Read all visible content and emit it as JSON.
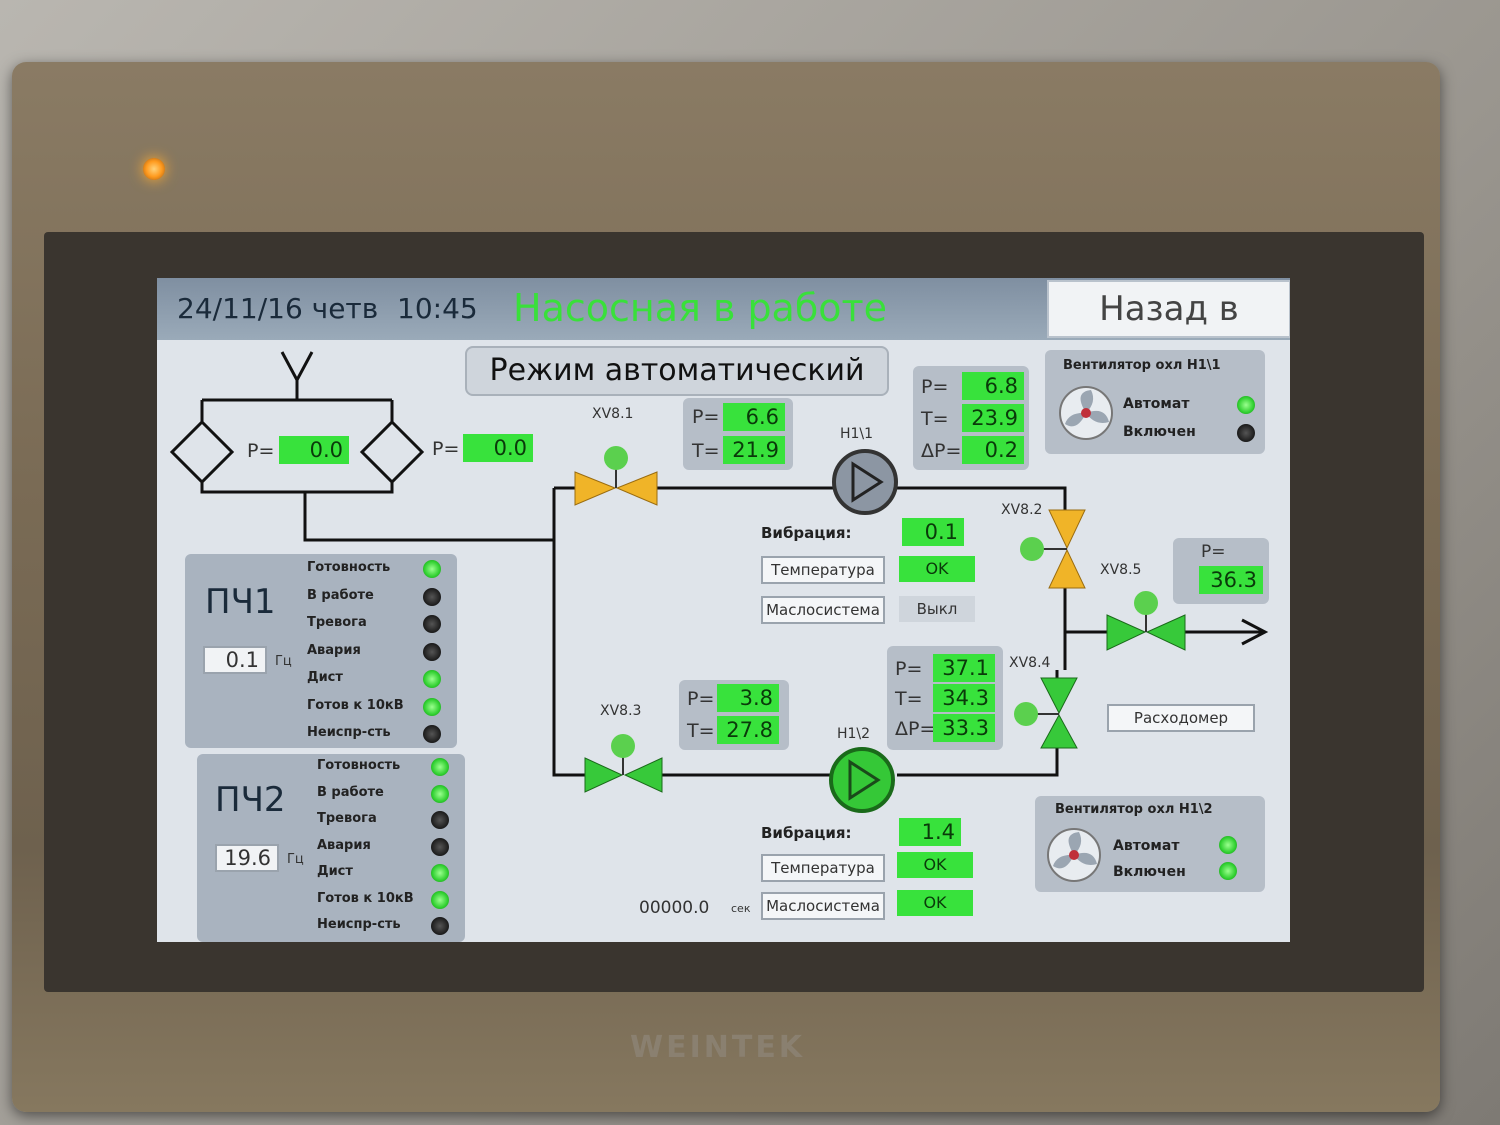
{
  "header": {
    "date": "24/11/16 четв",
    "time": "10:45",
    "status": "Насосная в работе",
    "back_button": "Назад в меню"
  },
  "mode": "Режим автоматический",
  "filters": {
    "p1_label": "P=",
    "p1_value": "0.0",
    "p2_label": "P=",
    "p2_value": "0.0"
  },
  "valves": {
    "xv81": "XV8.1",
    "xv82": "XV8.2",
    "xv83": "XV8.3",
    "xv84": "XV8.4",
    "xv85": "XV8.5"
  },
  "pump1": {
    "name": "Н1\\1",
    "inlet": {
      "p_label": "P=",
      "p": "6.6",
      "t_label": "T=",
      "t": "21.9"
    },
    "outlet": {
      "p_label": "P=",
      "p": "6.8",
      "t_label": "T=",
      "t": "23.9",
      "dp_label": "ΔP=",
      "dp": "0.2"
    },
    "vibration_label": "Вибрация:",
    "vibration": "0.1",
    "temp_button": "Температура",
    "temp_status": "OK",
    "oil_button": "Маслосистема",
    "oil_status": "Выкл"
  },
  "pump2": {
    "name": "Н1\\2",
    "inlet": {
      "p_label": "P=",
      "p": "3.8",
      "t_label": "T=",
      "t": "27.8"
    },
    "outlet": {
      "p_label": "P=",
      "p": "37.1",
      "t_label": "T=",
      "t": "34.3",
      "dp_label": "ΔP=",
      "dp": "33.3"
    },
    "vibration_label": "Вибрация:",
    "vibration": "1.4",
    "temp_button": "Температура",
    "temp_status": "OK",
    "oil_button": "Маслосистема",
    "oil_status": "OK",
    "counter": "00000.0",
    "counter_unit": "сек"
  },
  "outlet": {
    "p_label": "P=",
    "p": "36.3",
    "flowmeter_button": "Расходомер"
  },
  "fan1": {
    "title": "Вентилятор охл Н1\\1",
    "auto_label": "Автомат",
    "on_label": "Включен",
    "auto": true,
    "on": false
  },
  "fan2": {
    "title": "Вентилятор охл Н1\\2",
    "auto_label": "Автомат",
    "on_label": "Включен",
    "auto": true,
    "on": true
  },
  "vfd1": {
    "title": "ПЧ1",
    "freq": "0.1",
    "freq_unit": "Гц",
    "statuses": [
      {
        "label": "Готовность",
        "on": true
      },
      {
        "label": "В работе",
        "on": false
      },
      {
        "label": "Тревога",
        "on": false
      },
      {
        "label": "Авария",
        "on": false
      },
      {
        "label": "Дист",
        "on": true
      },
      {
        "label": "Готов к 10кВ",
        "on": true
      },
      {
        "label": "Неиспр-сть",
        "on": false
      }
    ]
  },
  "vfd2": {
    "title": "ПЧ2",
    "freq": "19.6",
    "freq_unit": "Гц",
    "statuses": [
      {
        "label": "Готовность",
        "on": true
      },
      {
        "label": "В работе",
        "on": true
      },
      {
        "label": "Тревога",
        "on": false
      },
      {
        "label": "Авария",
        "on": false
      },
      {
        "label": "Дист",
        "on": true
      },
      {
        "label": "Готов к 10кВ",
        "on": true
      },
      {
        "label": "Неиспр-сть",
        "on": false
      }
    ]
  },
  "colors": {
    "value_green": "#38e23c",
    "valve_yellow": "#f0b428",
    "valve_green": "#37c93a",
    "screen_bg": "#dfe4ea"
  },
  "brand": "WEINTEK"
}
